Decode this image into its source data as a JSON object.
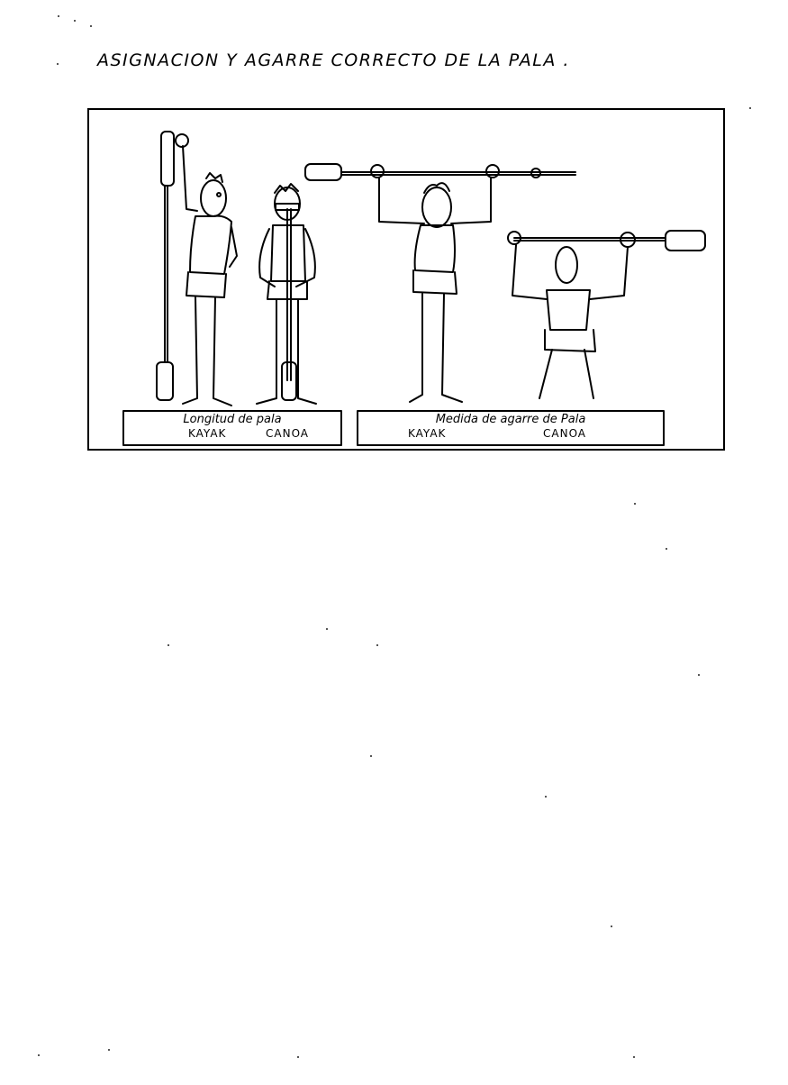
{
  "heading": "ASIGNACION Y AGARRE CORRECTO DE LA PALA .",
  "captions": {
    "length": {
      "title": "Longitud de pala",
      "left": "KAYAK",
      "right": "CANOA"
    },
    "grip": {
      "title": "Medida de agarre de Pala",
      "left": "KAYAK",
      "right": "CANOA"
    }
  },
  "colors": {
    "ink": "#000000",
    "paper": "#ffffff"
  }
}
